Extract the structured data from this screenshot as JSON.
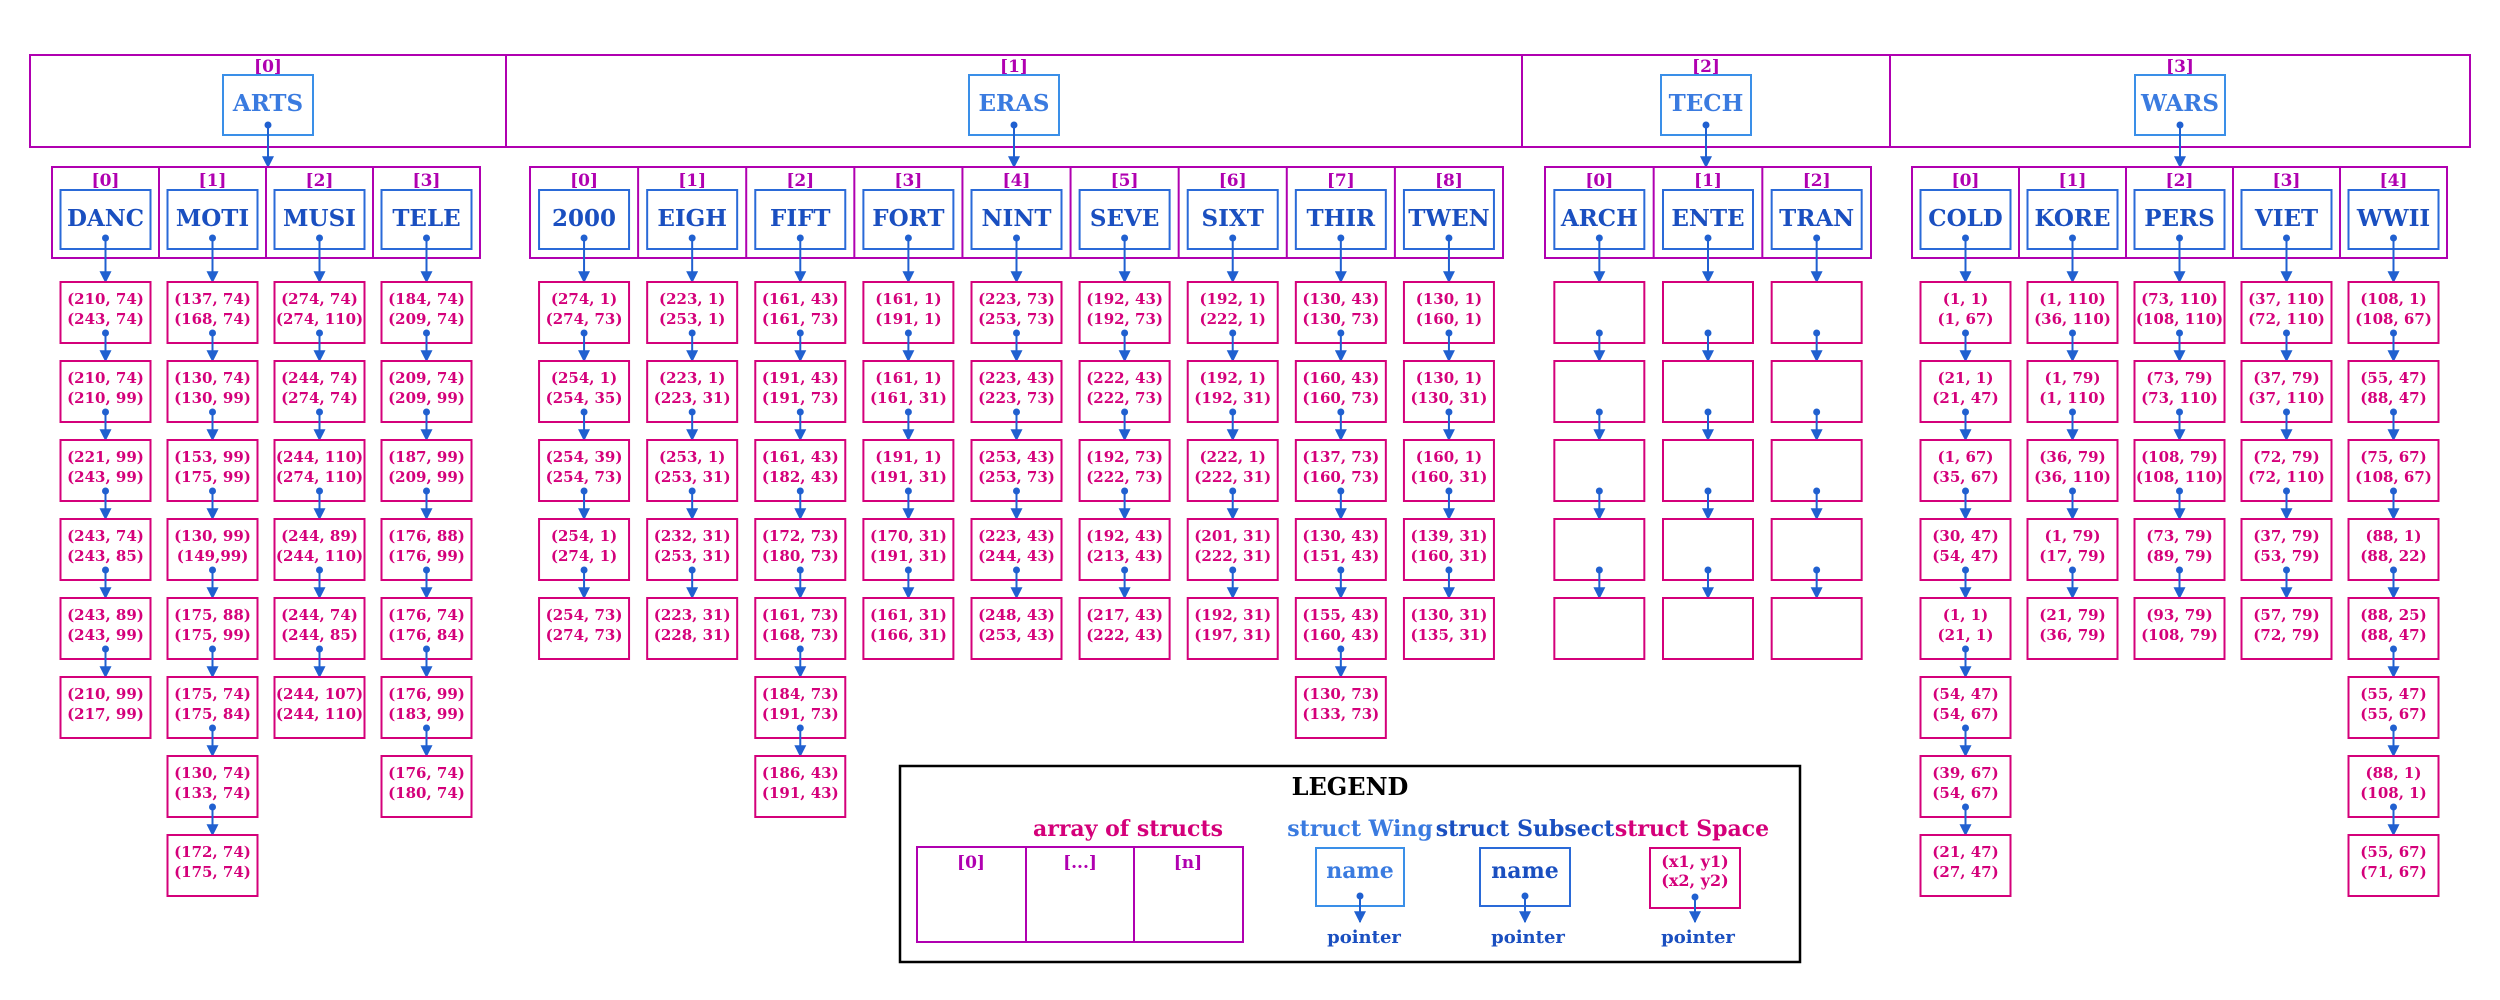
{
  "colors": {
    "array_border": "#b000b0",
    "wing_border": "#3a8fe8",
    "subsect_border": "#2a6ad8",
    "space_border": "#d4007a",
    "pointer": "#2060d0",
    "legend_border": "#000000"
  },
  "wings": [
    {
      "index": "[0]",
      "name": "ARTS",
      "subsects": [
        {
          "index": "[0]",
          "name": "DANC",
          "spaces": [
            [
              "(210, 74)",
              "(243, 74)"
            ],
            [
              "(210, 74)",
              "(210, 99)"
            ],
            [
              "(221, 99)",
              "(243, 99)"
            ],
            [
              "(243, 74)",
              "(243, 85)"
            ],
            [
              "(243, 89)",
              "(243, 99)"
            ],
            [
              "(210, 99)",
              "(217, 99)"
            ]
          ]
        },
        {
          "index": "[1]",
          "name": "MOTI",
          "spaces": [
            [
              "(137, 74)",
              "(168, 74)"
            ],
            [
              "(130, 74)",
              "(130, 99)"
            ],
            [
              "(153, 99)",
              "(175, 99)"
            ],
            [
              "(130, 99)",
              "(149,99)"
            ],
            [
              "(175, 88)",
              "(175, 99)"
            ],
            [
              "(175, 74)",
              "(175, 84)"
            ],
            [
              "(130, 74)",
              "(133, 74)"
            ],
            [
              "(172, 74)",
              "(175, 74)"
            ]
          ]
        },
        {
          "index": "[2]",
          "name": "MUSI",
          "spaces": [
            [
              "(274, 74)",
              "(274, 110)"
            ],
            [
              "(244, 74)",
              "(274, 74)"
            ],
            [
              "(244, 110)",
              "(274, 110)"
            ],
            [
              "(244, 89)",
              "(244, 110)"
            ],
            [
              "(244, 74)",
              "(244, 85)"
            ],
            [
              "(244, 107)",
              "(244, 110)"
            ]
          ]
        },
        {
          "index": "[3]",
          "name": "TELE",
          "spaces": [
            [
              "(184, 74)",
              "(209, 74)"
            ],
            [
              "(209, 74)",
              "(209, 99)"
            ],
            [
              "(187, 99)",
              "(209, 99)"
            ],
            [
              "(176, 88)",
              "(176, 99)"
            ],
            [
              "(176, 74)",
              "(176, 84)"
            ],
            [
              "(176, 99)",
              "(183, 99)"
            ],
            [
              "(176, 74)",
              "(180, 74)"
            ]
          ]
        }
      ]
    },
    {
      "index": "[1]",
      "name": "ERAS",
      "subsects": [
        {
          "index": "[0]",
          "name": "2000",
          "spaces": [
            [
              "(274, 1)",
              "(274, 73)"
            ],
            [
              "(254, 1)",
              "(254, 35)"
            ],
            [
              "(254, 39)",
              "(254, 73)"
            ],
            [
              "(254, 1)",
              "(274, 1)"
            ],
            [
              "(254, 73)",
              "(274, 73)"
            ]
          ]
        },
        {
          "index": "[1]",
          "name": "EIGH",
          "spaces": [
            [
              "(223, 1)",
              "(253, 1)"
            ],
            [
              "(223, 1)",
              "(223, 31)"
            ],
            [
              "(253, 1)",
              "(253, 31)"
            ],
            [
              "(232, 31)",
              "(253, 31)"
            ],
            [
              "(223, 31)",
              "(228, 31)"
            ]
          ]
        },
        {
          "index": "[2]",
          "name": "FIFT",
          "spaces": [
            [
              "(161, 43)",
              "(161, 73)"
            ],
            [
              "(191, 43)",
              "(191, 73)"
            ],
            [
              "(161, 43)",
              "(182, 43)"
            ],
            [
              "(172, 73)",
              "(180, 73)"
            ],
            [
              "(161, 73)",
              "(168, 73)"
            ],
            [
              "(184, 73)",
              "(191, 73)"
            ],
            [
              "(186, 43)",
              "(191, 43)"
            ]
          ]
        },
        {
          "index": "[3]",
          "name": "FORT",
          "spaces": [
            [
              "(161, 1)",
              "(191, 1)"
            ],
            [
              "(161, 1)",
              "(161, 31)"
            ],
            [
              "(191, 1)",
              "(191, 31)"
            ],
            [
              "(170, 31)",
              "(191, 31)"
            ],
            [
              "(161, 31)",
              "(166, 31)"
            ]
          ]
        },
        {
          "index": "[4]",
          "name": "NINT",
          "spaces": [
            [
              "(223, 73)",
              "(253, 73)"
            ],
            [
              "(223, 43)",
              "(223, 73)"
            ],
            [
              "(253, 43)",
              "(253, 73)"
            ],
            [
              "(223, 43)",
              "(244, 43)"
            ],
            [
              "(248, 43)",
              "(253, 43)"
            ]
          ]
        },
        {
          "index": "[5]",
          "name": "SEVE",
          "spaces": [
            [
              "(192, 43)",
              "(192, 73)"
            ],
            [
              "(222, 43)",
              "(222, 73)"
            ],
            [
              "(192, 73)",
              "(222, 73)"
            ],
            [
              "(192, 43)",
              "(213, 43)"
            ],
            [
              "(217, 43)",
              "(222, 43)"
            ]
          ]
        },
        {
          "index": "[6]",
          "name": "SIXT",
          "spaces": [
            [
              "(192, 1)",
              "(222, 1)"
            ],
            [
              "(192, 1)",
              "(192, 31)"
            ],
            [
              "(222, 1)",
              "(222, 31)"
            ],
            [
              "(201, 31)",
              "(222, 31)"
            ],
            [
              "(192, 31)",
              "(197, 31)"
            ]
          ]
        },
        {
          "index": "[7]",
          "name": "THIR",
          "spaces": [
            [
              "(130, 43)",
              "(130, 73)"
            ],
            [
              "(160, 43)",
              "(160, 73)"
            ],
            [
              "(137, 73)",
              "(160, 73)"
            ],
            [
              "(130, 43)",
              "(151, 43)"
            ],
            [
              "(155, 43)",
              "(160, 43)"
            ],
            [
              "(130, 73)",
              "(133, 73)"
            ]
          ]
        },
        {
          "index": "[8]",
          "name": "TWEN",
          "spaces": [
            [
              "(130, 1)",
              "(160, 1)"
            ],
            [
              "(130, 1)",
              "(130, 31)"
            ],
            [
              "(160, 1)",
              "(160, 31)"
            ],
            [
              "(139, 31)",
              "(160, 31)"
            ],
            [
              "(130, 31)",
              "(135, 31)"
            ]
          ]
        }
      ]
    },
    {
      "index": "[2]",
      "name": "TECH",
      "subsects": [
        {
          "index": "[0]",
          "name": "ARCH",
          "spaces": [
            [
              "",
              ""
            ],
            [
              "",
              ""
            ],
            [
              "",
              ""
            ],
            [
              "",
              ""
            ],
            [
              "",
              ""
            ]
          ]
        },
        {
          "index": "[1]",
          "name": "ENTE",
          "spaces": [
            [
              "",
              ""
            ],
            [
              "",
              ""
            ],
            [
              "",
              ""
            ],
            [
              "",
              ""
            ],
            [
              "",
              ""
            ]
          ]
        },
        {
          "index": "[2]",
          "name": "TRAN",
          "spaces": [
            [
              "",
              ""
            ],
            [
              "",
              ""
            ],
            [
              "",
              ""
            ],
            [
              "",
              ""
            ],
            [
              "",
              ""
            ]
          ]
        }
      ]
    },
    {
      "index": "[3]",
      "name": "WARS",
      "subsects": [
        {
          "index": "[0]",
          "name": "COLD",
          "spaces": [
            [
              "(1, 1)",
              "(1, 67)"
            ],
            [
              "(21, 1)",
              "(21, 47)"
            ],
            [
              "(1, 67)",
              "(35, 67)"
            ],
            [
              "(30, 47)",
              "(54, 47)"
            ],
            [
              "(1, 1)",
              "(21, 1)"
            ],
            [
              "(54, 47)",
              "(54, 67)"
            ],
            [
              "(39, 67)",
              "(54, 67)"
            ],
            [
              "(21, 47)",
              "(27, 47)"
            ]
          ]
        },
        {
          "index": "[1]",
          "name": "KORE",
          "spaces": [
            [
              "(1, 110)",
              "(36, 110)"
            ],
            [
              "(1, 79)",
              "(1, 110)"
            ],
            [
              "(36, 79)",
              "(36, 110)"
            ],
            [
              "(1, 79)",
              "(17, 79)"
            ],
            [
              "(21, 79)",
              "(36, 79)"
            ]
          ]
        },
        {
          "index": "[2]",
          "name": "PERS",
          "spaces": [
            [
              "(73, 110)",
              "(108, 110)"
            ],
            [
              "(73, 79)",
              "(73, 110)"
            ],
            [
              "(108, 79)",
              "(108, 110)"
            ],
            [
              "(73, 79)",
              "(89, 79)"
            ],
            [
              "(93, 79)",
              "(108, 79)"
            ]
          ]
        },
        {
          "index": "[3]",
          "name": "VIET",
          "spaces": [
            [
              "(37, 110)",
              "(72, 110)"
            ],
            [
              "(37, 79)",
              "(37, 110)"
            ],
            [
              "(72, 79)",
              "(72, 110)"
            ],
            [
              "(37, 79)",
              "(53, 79)"
            ],
            [
              "(57, 79)",
              "(72, 79)"
            ]
          ]
        },
        {
          "index": "[4]",
          "name": "WWII",
          "spaces": [
            [
              "(108, 1)",
              "(108, 67)"
            ],
            [
              "(55, 47)",
              "(88, 47)"
            ],
            [
              "(75, 67)",
              "(108, 67)"
            ],
            [
              "(88, 1)",
              "(88, 22)"
            ],
            [
              "(88, 25)",
              "(88, 47)"
            ],
            [
              "(55, 47)",
              "(55, 67)"
            ],
            [
              "(88, 1)",
              "(108, 1)"
            ],
            [
              "(55, 67)",
              "(71, 67)"
            ]
          ]
        }
      ]
    }
  ],
  "legend": {
    "title": "LEGEND",
    "array_caption": "array of structs",
    "array_indices": [
      "[0]",
      "[...]",
      "[n]"
    ],
    "wing_caption": "struct Wing",
    "subsect_caption": "struct Subsect",
    "space_caption": "struct Space",
    "name_text": "name",
    "space_line1": "(x1, y1)",
    "space_line2": "(x2, y2)",
    "pointer_text": "pointer"
  }
}
